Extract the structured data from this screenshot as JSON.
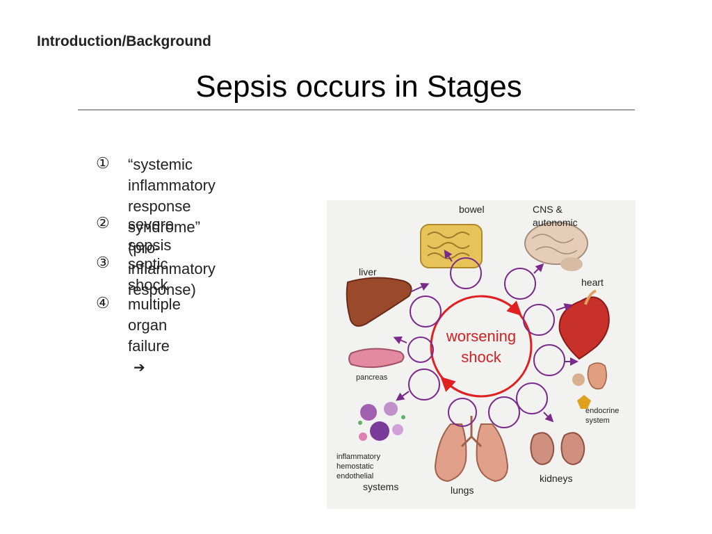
{
  "header": {
    "section": "Introduction/Background",
    "title": "Sepsis occurs in Stages"
  },
  "stages": [
    {
      "number": "①",
      "text_line1": "“systemic inflammatory response syndrome” (pro-inflammatory",
      "text_line2": "response)"
    },
    {
      "number": "②",
      "text_line1": "severe sepsis"
    },
    {
      "number": "③",
      "text_line1": "septic shock"
    },
    {
      "number": "④",
      "text_line1": "multiple organ failure",
      "icon": "right-arrow-icon"
    }
  ],
  "figure": {
    "center_text_line1": "worsening",
    "center_text_line2": "shock",
    "labels": {
      "bowel": "bowel",
      "cns_line1": "CNS &",
      "cns_line2": "autonomic",
      "liver": "liver",
      "heart": "heart",
      "pancreas": "pancreas",
      "endocrine_line1": "endocrine",
      "endocrine_line2": "system",
      "systems_line1": "inflammatory",
      "systems_line2": "hemostatic",
      "systems_line3": "endothelial",
      "systems_line4": "systems",
      "lungs": "lungs",
      "kidneys": "kidneys"
    },
    "colors": {
      "center_ring": "#e02020",
      "organ_rings": "#7a2a8a",
      "center_text": "#d42020"
    }
  }
}
